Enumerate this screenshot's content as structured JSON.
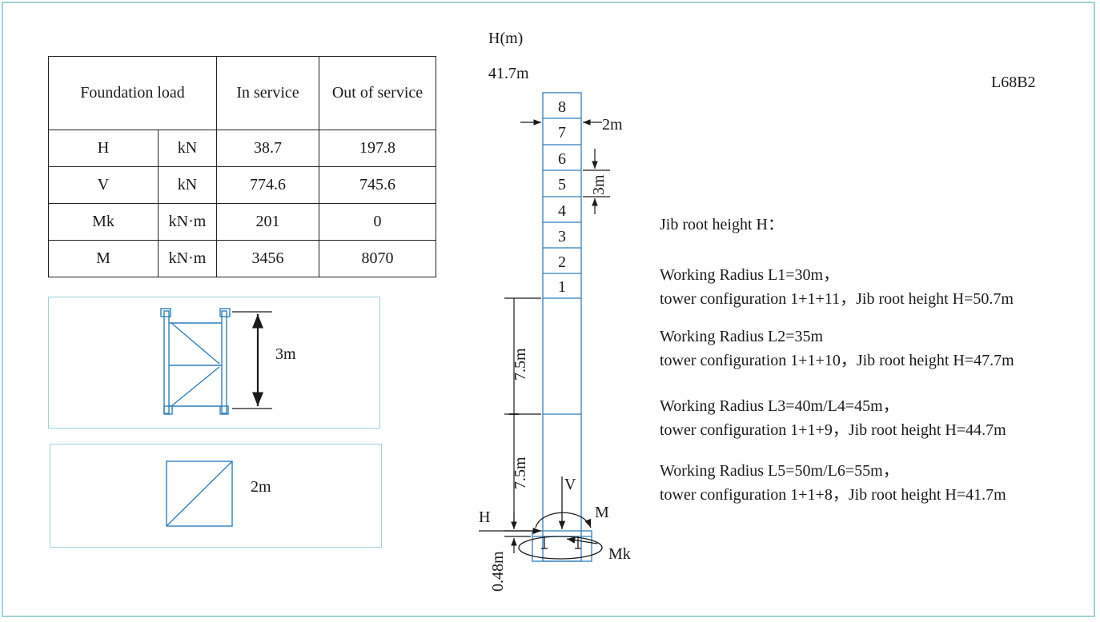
{
  "model": "L68B2",
  "table": {
    "header": {
      "load": "Foundation load",
      "in_service": "In service",
      "out_service": "Out of service"
    },
    "rows": [
      {
        "sym": "H",
        "unit": "kN",
        "in": "38.7",
        "out": "197.8"
      },
      {
        "sym": "V",
        "unit": "kN",
        "in": "774.6",
        "out": "745.6"
      },
      {
        "sym": "Mk",
        "unit": "kN·m",
        "in": "201",
        "out": "0"
      },
      {
        "sym": "M",
        "unit": "kN·m",
        "in": "3456",
        "out": "8070"
      }
    ]
  },
  "section_detail": {
    "height_label": "3m"
  },
  "plan_detail": {
    "width_label": "2m"
  },
  "tower": {
    "axis_label": "H(m)",
    "top_height": "41.7m",
    "sections": [
      "8",
      "7",
      "6",
      "5",
      "4",
      "3",
      "2",
      "1"
    ],
    "width_dim": "2m",
    "section_dim": "3m",
    "lower_dim_1": "7.5m",
    "lower_dim_2": "7.5m",
    "base_dim": "0.48m",
    "force_v": "V",
    "force_h": "H",
    "moment_m": "M",
    "moment_mk": "Mk"
  },
  "notes": {
    "title": "Jib root height H：",
    "configs": [
      {
        "radius": "Working Radius L1=30m，",
        "config": "tower configuration 1+1+11，Jib root height H=50.7m"
      },
      {
        "radius": "Working Radius L2=35m",
        "config": "tower configuration 1+1+10，Jib root height H=47.7m"
      },
      {
        "radius": "Working Radius L3=40m/L4=45m，",
        "config": "tower configuration 1+1+9，Jib root height H=44.7m"
      },
      {
        "radius": "Working Radius L5=50m/L6=55m，",
        "config": "tower configuration 1+1+8，Jib root height H=41.7m"
      }
    ]
  },
  "colors": {
    "line": "#2f7fbf",
    "border": "#9fd3d8",
    "ink": "#1a1a1a"
  }
}
